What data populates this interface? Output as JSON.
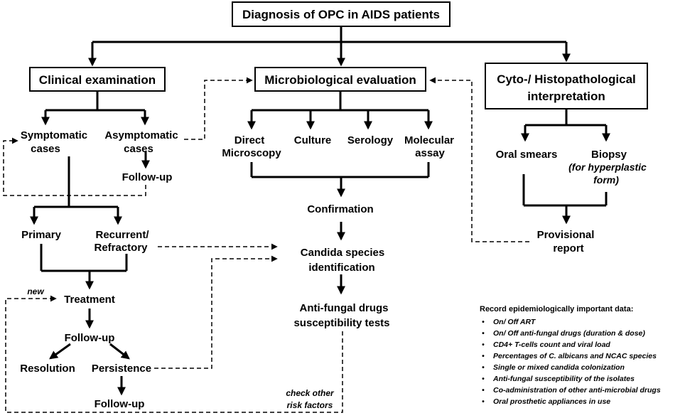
{
  "title": "Diagnosis of OPC in AIDS patients",
  "branches": {
    "clinical": {
      "label": "Clinical examination",
      "symptomatic": [
        "Symptomatic",
        "cases"
      ],
      "asymptomatic": [
        "Asymptomatic",
        "cases"
      ],
      "followup_asym": "Follow-up",
      "primary": "Primary",
      "recurrent": [
        "Recurrent/",
        "Refractory"
      ],
      "new_label": "new",
      "treatment": "Treatment",
      "followup_treat": "Follow-up",
      "resolution": "Resolution",
      "persistence": "Persistence",
      "followup_persist": "Follow-up"
    },
    "micro": {
      "label": "Microbiological evaluation",
      "direct": [
        "Direct",
        "Microscopy"
      ],
      "culture": "Culture",
      "serology": "Serology",
      "molecular": [
        "Molecular",
        "assay"
      ],
      "confirmation": "Confirmation",
      "candida": [
        "Candida species",
        "identification"
      ],
      "antifungal": [
        "Anti-fungal drugs",
        "susceptibility tests"
      ],
      "check_risk": [
        "check other",
        "risk factors"
      ]
    },
    "cyto": {
      "label": [
        "Cyto-/ Histopathological",
        "interpretation"
      ],
      "oral_smears": "Oral smears",
      "biopsy": "Biopsy",
      "biopsy_note": [
        "(for hyperplastic",
        "form)"
      ],
      "provisional": [
        "Provisional",
        "report"
      ]
    }
  },
  "record_note": {
    "heading": "Record epidemiologically important data:",
    "items": [
      "On/ Off ART",
      "On/ Off anti-fungal drugs (duration & dose)",
      "CD4+ T-cells count and viral load",
      "Percentages of C. albicans and NCAC species",
      "Single or mixed candida colonization",
      "Anti-fungal susceptibility of the isolates",
      "Co-administration of other anti-microbial drugs",
      "Oral prosthetic appliances in use"
    ],
    "bullet": "•"
  }
}
